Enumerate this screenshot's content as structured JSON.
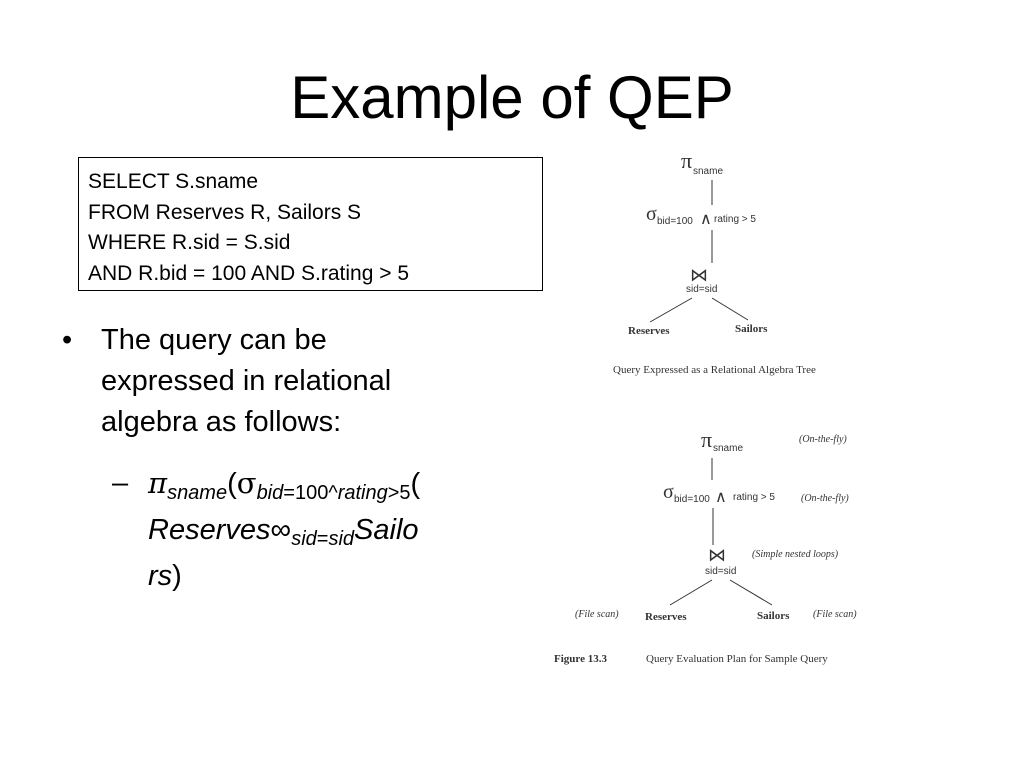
{
  "slide": {
    "title": "Example of QEP"
  },
  "sql": {
    "lines": [
      "SELECT S.sname",
      "FROM Reserves R, Sailors S",
      "WHERE R.sid = S.sid",
      "AND R.bid = 100 AND S.rating > 5"
    ]
  },
  "bullet": {
    "marker": "•",
    "lines": [
      "The query can be",
      "expressed in relational",
      "algebra as follows:"
    ]
  },
  "subbullet": {
    "marker": "–",
    "pi": "π",
    "pi_sub": "sname",
    "open_paren": "(",
    "sigma": "σ",
    "sigma_sub_bid": "bid",
    "sigma_sub_eq": "=100^",
    "sigma_sub_rating": "rating",
    "sigma_sub_gt": ">5",
    "open_paren2": "(",
    "reserves": "Reserves",
    "join_sym": "∞",
    "join_sub_sid1": "sid",
    "join_sub_eq": "=",
    "join_sub_sid2": "sid",
    "sailors_part1": "Sailo",
    "sailors_part2": "rs",
    "close_paren": ")"
  },
  "tree1": {
    "pi": "π",
    "pi_sub": "sname",
    "sigma": "σ",
    "sigma_cond_left": "bid=100",
    "and_sym": "∧",
    "sigma_cond_right": "rating > 5",
    "join_sym": "⋈",
    "join_cond": "sid=sid",
    "left_leaf": "Reserves",
    "right_leaf": "Sailors",
    "caption": "Query Expressed as a Relational Algebra Tree"
  },
  "tree2": {
    "pi": "π",
    "pi_sub": "sname",
    "pi_note": "(On-the-fly)",
    "sigma": "σ",
    "sigma_cond_left": "bid=100",
    "and_sym": "∧",
    "sigma_cond_right": "rating > 5",
    "sigma_note": "(On-the-fly)",
    "join_sym": "⋈",
    "join_note": "(Simple nested loops)",
    "join_cond": "sid=sid",
    "left_note": "(File scan)",
    "left_leaf": "Reserves",
    "right_leaf": "Sailors",
    "right_note": "(File scan)",
    "caption_label": "Figure 13.3",
    "caption_text": "Query Evaluation Plan for Sample Query"
  }
}
